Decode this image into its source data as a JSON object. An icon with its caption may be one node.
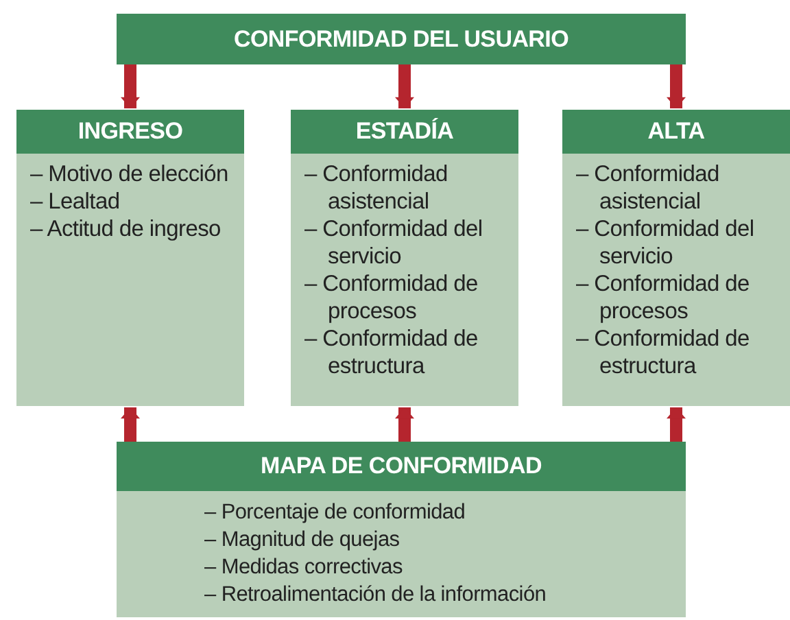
{
  "diagram": {
    "nodes": [
      {
        "text": [
          "CONFORMIDAD DEL USUARIO"
        ]
      },
      {
        "text": [
          "INGRESO",
          "– Motivo de elección",
          "– Lealtad",
          "– Actitud de ingreso"
        ]
      },
      {
        "text": [
          "ESTADÍA",
          "– Conformidad asistencial",
          "– Conformidad del servicio",
          "– Conformidad de procesos",
          "– Conformidad de estructura"
        ]
      },
      {
        "text": [
          "ALTA",
          "– Conformidad asistencial",
          "– Conformidad del servicio",
          "– Conformidad de procesos",
          "– Conformidad de estructura"
        ]
      },
      {
        "text": [
          "MAPA DE CONFORMIDAD",
          "– Porcentaje de conformidad",
          "– Magnitud de quejas",
          "– Medidas correctivas",
          "– Retroalimentación de la información"
        ]
      }
    ],
    "edges": [
      {
        "from": 0,
        "to": 1,
        "arrow": "to"
      },
      {
        "from": 0,
        "to": 2,
        "arrow": "to"
      },
      {
        "from": 0,
        "to": 3,
        "arrow": "to"
      },
      {
        "from": 4,
        "to": 1,
        "arrow": "to"
      },
      {
        "from": 4,
        "to": 2,
        "arrow": "to"
      },
      {
        "from": 4,
        "to": 3,
        "arrow": "to"
      }
    ]
  }
}
